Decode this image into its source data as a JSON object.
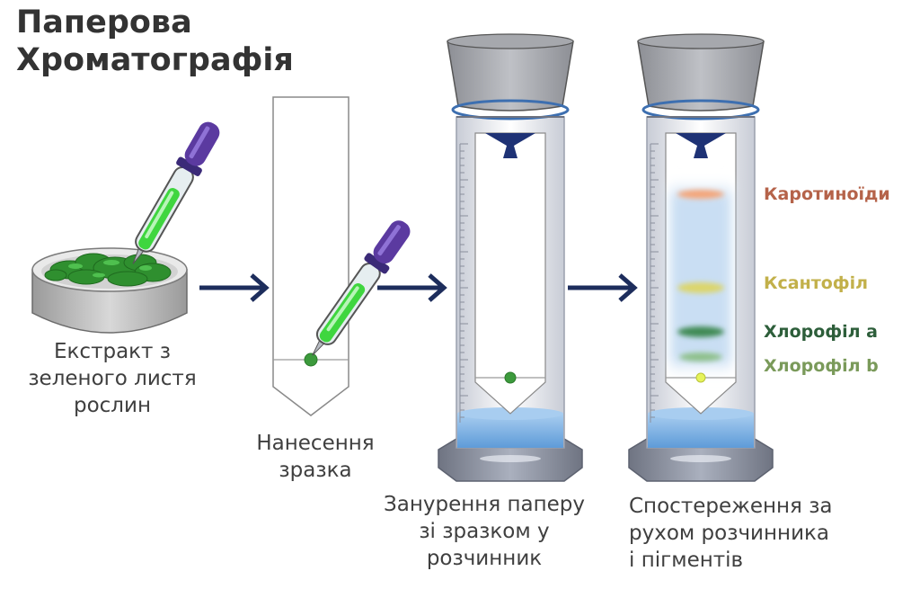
{
  "title": {
    "line1": "Паперова",
    "line2": "Хроматографія"
  },
  "captions": {
    "step1": [
      "Екстракт з",
      "зеленого листя",
      "рослин"
    ],
    "step2": [
      "Нанесення",
      "зразка"
    ],
    "step3": [
      "Занурення паперу",
      "зі зразком у",
      "розчинник"
    ],
    "step4": [
      "Спостереження за",
      "рухом розчинника",
      "і пігментів"
    ]
  },
  "pigments": [
    {
      "label": "Каротиноїди",
      "color": "#b5634a",
      "band_color": "#f4a478"
    },
    {
      "label": "Ксантофіл",
      "color": "#c2b04a",
      "band_color": "#dcd56a"
    },
    {
      "label": "Хлорофіл a",
      "color": "#2d5e3a",
      "band_color": "#3f8a55"
    },
    {
      "label": "Хлорофіл b",
      "color": "#7a9a5a",
      "band_color": "#8dc08a"
    }
  ],
  "colors": {
    "arrow": "#1d2d5c",
    "dropper_purple": "#5b3aa0",
    "extract_green": "#3aa83a",
    "solvent_blue": "#5e9bd8",
    "glass": "#c9ccd6"
  },
  "icons": [
    "petri-dish-icon",
    "dropper-icon",
    "paper-strip-icon",
    "chromatography-cylinder-icon",
    "arrow-right-icon"
  ]
}
